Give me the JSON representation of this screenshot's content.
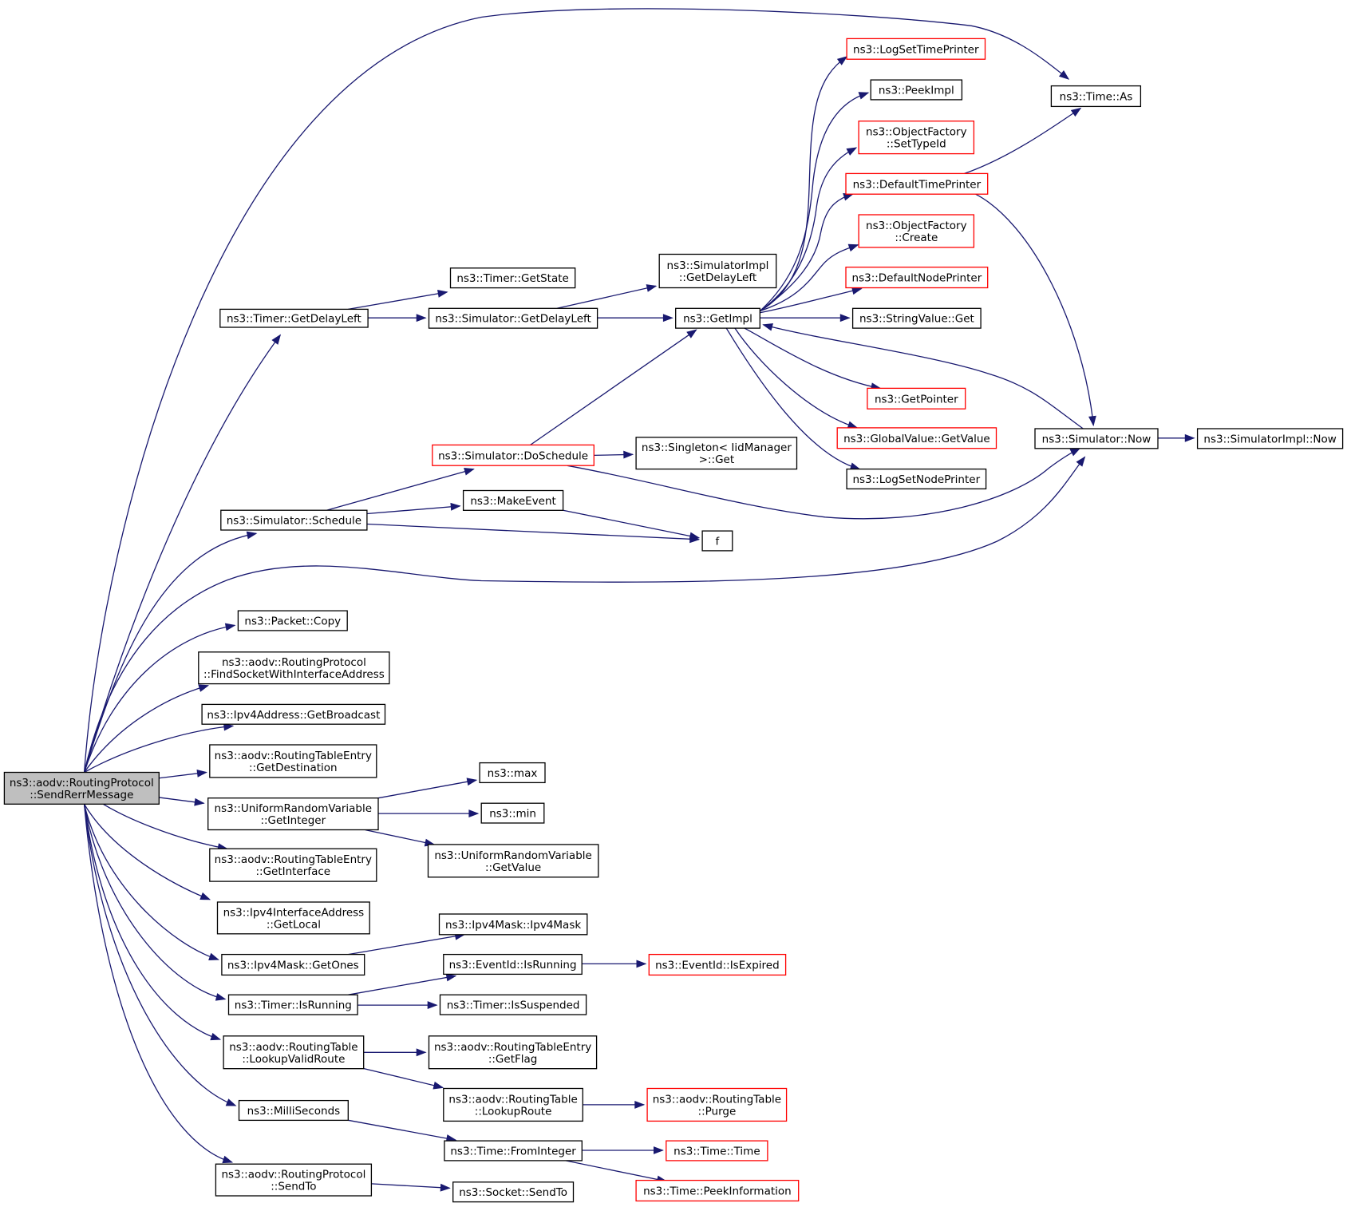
{
  "colors": {
    "edge": "#191970",
    "node_border": "#000000",
    "truncated_node_border": "#ff0000",
    "root_fill": "#bfbfbf",
    "node_fill": "#ffffff"
  },
  "nodes": [
    {
      "id": "root",
      "lines": [
        "ns3::aodv::RoutingProtocol",
        "::SendRerrMessage"
      ],
      "root": true
    },
    {
      "id": "timer_getdelayleft",
      "lines": [
        "ns3::Timer::GetDelayLeft"
      ]
    },
    {
      "id": "timer_getstate",
      "lines": [
        "ns3::Timer::GetState"
      ]
    },
    {
      "id": "sim_getdelayleft",
      "lines": [
        "ns3::Simulator::GetDelayLeft"
      ]
    },
    {
      "id": "simimpl_getdelayleft",
      "lines": [
        "ns3::SimulatorImpl",
        "::GetDelayLeft"
      ]
    },
    {
      "id": "getimpl",
      "lines": [
        "ns3::GetImpl"
      ]
    },
    {
      "id": "logsettimeprinter",
      "lines": [
        "ns3::LogSetTimePrinter"
      ],
      "truncated": true
    },
    {
      "id": "peekimpl",
      "lines": [
        "ns3::PeekImpl"
      ]
    },
    {
      "id": "of_settypeid",
      "lines": [
        "ns3::ObjectFactory",
        "::SetTypeId"
      ],
      "truncated": true
    },
    {
      "id": "defaulttimeprinter",
      "lines": [
        "ns3::DefaultTimePrinter"
      ],
      "truncated": true
    },
    {
      "id": "of_create",
      "lines": [
        "ns3::ObjectFactory",
        "::Create"
      ],
      "truncated": true
    },
    {
      "id": "defaultnodeprinter",
      "lines": [
        "ns3::DefaultNodePrinter"
      ],
      "truncated": true
    },
    {
      "id": "stringvalue_get",
      "lines": [
        "ns3::StringValue::Get"
      ]
    },
    {
      "id": "getpointer",
      "lines": [
        "ns3::GetPointer"
      ],
      "truncated": true
    },
    {
      "id": "globalvalue_getvalue",
      "lines": [
        "ns3::GlobalValue::GetValue"
      ],
      "truncated": true
    },
    {
      "id": "logsetnodeprinter",
      "lines": [
        "ns3::LogSetNodePrinter"
      ]
    },
    {
      "id": "time_as",
      "lines": [
        "ns3::Time::As"
      ]
    },
    {
      "id": "sim_now",
      "lines": [
        "ns3::Simulator::Now"
      ]
    },
    {
      "id": "simimpl_now",
      "lines": [
        "ns3::SimulatorImpl::Now"
      ]
    },
    {
      "id": "sim_doschedule",
      "lines": [
        "ns3::Simulator::DoSchedule"
      ],
      "truncated": true
    },
    {
      "id": "singleton_get",
      "lines": [
        "ns3::Singleton< IidManager",
        ">::Get"
      ]
    },
    {
      "id": "sim_schedule",
      "lines": [
        "ns3::Simulator::Schedule"
      ]
    },
    {
      "id": "makeevent",
      "lines": [
        "ns3::MakeEvent"
      ]
    },
    {
      "id": "f",
      "lines": [
        "f"
      ]
    },
    {
      "id": "packet_copy",
      "lines": [
        "ns3::Packet::Copy"
      ]
    },
    {
      "id": "findsocket",
      "lines": [
        "ns3::aodv::RoutingProtocol",
        "::FindSocketWithInterfaceAddress"
      ]
    },
    {
      "id": "getbroadcast",
      "lines": [
        "ns3::Ipv4Address::GetBroadcast"
      ]
    },
    {
      "id": "getdestination",
      "lines": [
        "ns3::aodv::RoutingTableEntry",
        "::GetDestination"
      ]
    },
    {
      "id": "urv_getinteger",
      "lines": [
        "ns3::UniformRandomVariable",
        "::GetInteger"
      ]
    },
    {
      "id": "max",
      "lines": [
        "ns3::max"
      ]
    },
    {
      "id": "min",
      "lines": [
        "ns3::min"
      ]
    },
    {
      "id": "urv_getvalue",
      "lines": [
        "ns3::UniformRandomVariable",
        "::GetValue"
      ]
    },
    {
      "id": "getinterface",
      "lines": [
        "ns3::aodv::RoutingTableEntry",
        "::GetInterface"
      ]
    },
    {
      "id": "getlocal",
      "lines": [
        "ns3::Ipv4InterfaceAddress",
        "::GetLocal"
      ]
    },
    {
      "id": "getones",
      "lines": [
        "ns3::Ipv4Mask::GetOnes"
      ]
    },
    {
      "id": "ipv4mask",
      "lines": [
        "ns3::Ipv4Mask::Ipv4Mask"
      ]
    },
    {
      "id": "timer_isrunning",
      "lines": [
        "ns3::Timer::IsRunning"
      ]
    },
    {
      "id": "eventid_isrunning",
      "lines": [
        "ns3::EventId::IsRunning"
      ]
    },
    {
      "id": "eventid_isexpired",
      "lines": [
        "ns3::EventId::IsExpired"
      ],
      "truncated": true
    },
    {
      "id": "timer_issuspended",
      "lines": [
        "ns3::Timer::IsSuspended"
      ]
    },
    {
      "id": "lookupvalidroute",
      "lines": [
        "ns3::aodv::RoutingTable",
        "::LookupValidRoute"
      ]
    },
    {
      "id": "getflag",
      "lines": [
        "ns3::aodv::RoutingTableEntry",
        "::GetFlag"
      ]
    },
    {
      "id": "lookuproute",
      "lines": [
        "ns3::aodv::RoutingTable",
        "::LookupRoute"
      ]
    },
    {
      "id": "purge",
      "lines": [
        "ns3::aodv::RoutingTable",
        "::Purge"
      ],
      "truncated": true
    },
    {
      "id": "milliseconds",
      "lines": [
        "ns3::MilliSeconds"
      ]
    },
    {
      "id": "time_frominteger",
      "lines": [
        "ns3::Time::FromInteger"
      ]
    },
    {
      "id": "time_time",
      "lines": [
        "ns3::Time::Time"
      ],
      "truncated": true
    },
    {
      "id": "time_peekinformation",
      "lines": [
        "ns3::Time::PeekInformation"
      ],
      "truncated": true
    },
    {
      "id": "sendto",
      "lines": [
        "ns3::aodv::RoutingProtocol",
        "::SendTo"
      ]
    },
    {
      "id": "socket_sendto",
      "lines": [
        "ns3::Socket::SendTo"
      ]
    }
  ],
  "edges": [
    [
      "root",
      "time_as"
    ],
    [
      "root",
      "timer_getdelayleft"
    ],
    [
      "root",
      "sim_schedule"
    ],
    [
      "root",
      "sim_now"
    ],
    [
      "root",
      "packet_copy"
    ],
    [
      "root",
      "findsocket"
    ],
    [
      "root",
      "getbroadcast"
    ],
    [
      "root",
      "getdestination"
    ],
    [
      "root",
      "urv_getinteger"
    ],
    [
      "root",
      "getinterface"
    ],
    [
      "root",
      "getlocal"
    ],
    [
      "root",
      "getones"
    ],
    [
      "root",
      "timer_isrunning"
    ],
    [
      "root",
      "lookupvalidroute"
    ],
    [
      "root",
      "milliseconds"
    ],
    [
      "root",
      "sendto"
    ],
    [
      "timer_getdelayleft",
      "timer_getstate"
    ],
    [
      "timer_getdelayleft",
      "sim_getdelayleft"
    ],
    [
      "sim_getdelayleft",
      "simimpl_getdelayleft"
    ],
    [
      "sim_getdelayleft",
      "getimpl"
    ],
    [
      "getimpl",
      "logsettimeprinter"
    ],
    [
      "getimpl",
      "peekimpl"
    ],
    [
      "getimpl",
      "of_settypeid"
    ],
    [
      "getimpl",
      "defaulttimeprinter"
    ],
    [
      "getimpl",
      "of_create"
    ],
    [
      "getimpl",
      "defaultnodeprinter"
    ],
    [
      "getimpl",
      "stringvalue_get"
    ],
    [
      "getimpl",
      "getpointer"
    ],
    [
      "getimpl",
      "globalvalue_getvalue"
    ],
    [
      "getimpl",
      "logsetnodeprinter"
    ],
    [
      "defaulttimeprinter",
      "time_as"
    ],
    [
      "defaulttimeprinter",
      "sim_now"
    ],
    [
      "sim_now",
      "getimpl"
    ],
    [
      "sim_now",
      "simimpl_now"
    ],
    [
      "sim_doschedule",
      "getimpl"
    ],
    [
      "sim_doschedule",
      "singleton_get"
    ],
    [
      "sim_doschedule",
      "sim_now"
    ],
    [
      "sim_schedule",
      "sim_doschedule"
    ],
    [
      "sim_schedule",
      "makeevent"
    ],
    [
      "sim_schedule",
      "f"
    ],
    [
      "makeevent",
      "f"
    ],
    [
      "urv_getinteger",
      "max"
    ],
    [
      "urv_getinteger",
      "min"
    ],
    [
      "urv_getinteger",
      "urv_getvalue"
    ],
    [
      "getones",
      "ipv4mask"
    ],
    [
      "timer_isrunning",
      "eventid_isrunning"
    ],
    [
      "timer_isrunning",
      "timer_issuspended"
    ],
    [
      "eventid_isrunning",
      "eventid_isexpired"
    ],
    [
      "lookupvalidroute",
      "getflag"
    ],
    [
      "lookupvalidroute",
      "lookuproute"
    ],
    [
      "lookuproute",
      "purge"
    ],
    [
      "milliseconds",
      "time_frominteger"
    ],
    [
      "time_frominteger",
      "time_time"
    ],
    [
      "time_frominteger",
      "time_peekinformation"
    ],
    [
      "sendto",
      "socket_sendto"
    ]
  ]
}
